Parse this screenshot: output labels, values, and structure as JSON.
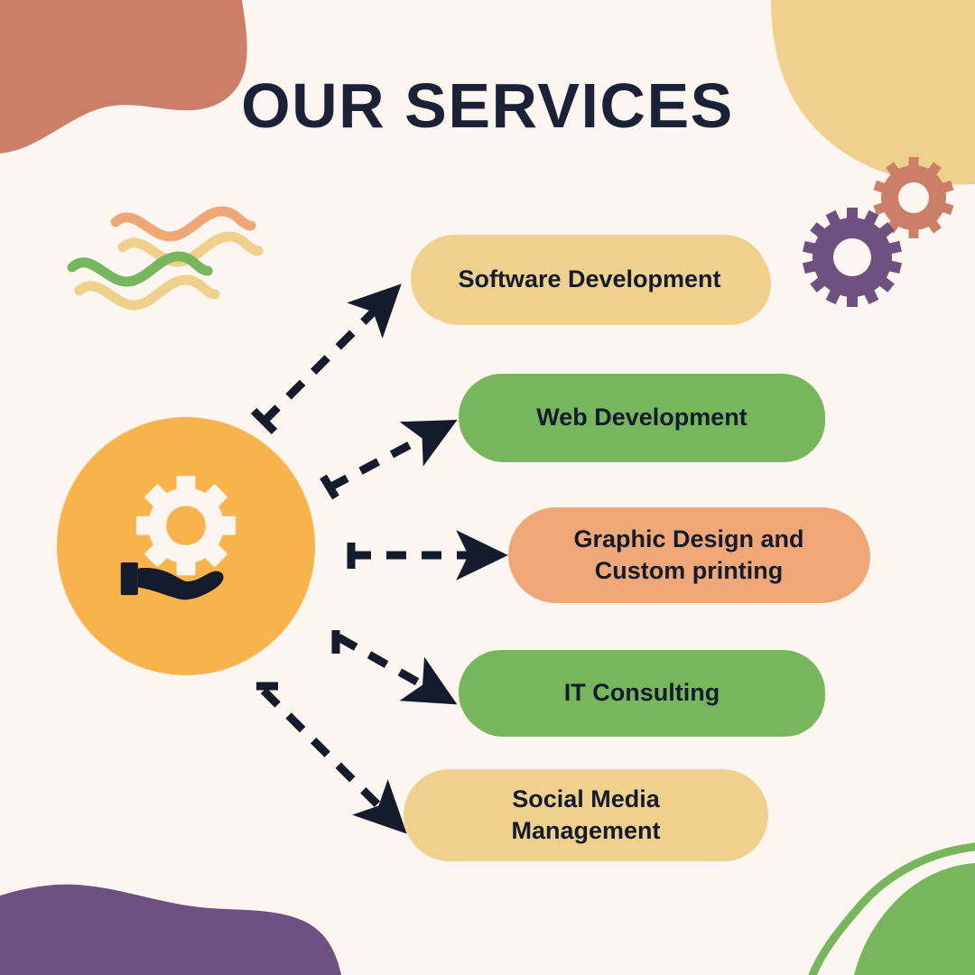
{
  "page": {
    "title": "OUR SERVICES",
    "background_color": "#FDF6F0",
    "title_color": "#1B2237"
  },
  "hub": {
    "icon_name": "gear-in-hand-icon",
    "circle_color": "#F8B34C",
    "gear_color": "#FDF6F0",
    "hand_color": "#141B2D"
  },
  "services": [
    {
      "label": "Software Development",
      "color": "#EFD08C",
      "text_color": "#141B2D",
      "lines": 1
    },
    {
      "label": "Web Development",
      "color": "#76B65C",
      "text_color": "#141B2D",
      "lines": 1
    },
    {
      "label": "Graphic Design and\nCustom printing",
      "color": "#EFA778",
      "text_color": "#141B2D",
      "lines": 2
    },
    {
      "label": "IT Consulting",
      "color": "#76B65C",
      "text_color": "#141B2D",
      "lines": 1
    },
    {
      "label": "Social Media\nManagement",
      "color": "#EFD08C",
      "text_color": "#141B2D",
      "lines": 2
    }
  ],
  "connectors": {
    "style": "dashed-arrow",
    "color": "#141B2D",
    "count": 5
  },
  "decorations": {
    "blob_top_left_color": "#CC7F68",
    "blob_top_right_color": "#EFD08C",
    "blob_bottom_left_color": "#6E5180",
    "blob_bottom_right_color": "#76B65C",
    "gear_large_color": "#6E5180",
    "gear_small_color": "#CC7F68",
    "squiggles": [
      "#EFA778",
      "#EFD08C",
      "#76B65C",
      "#EFD08C"
    ]
  }
}
